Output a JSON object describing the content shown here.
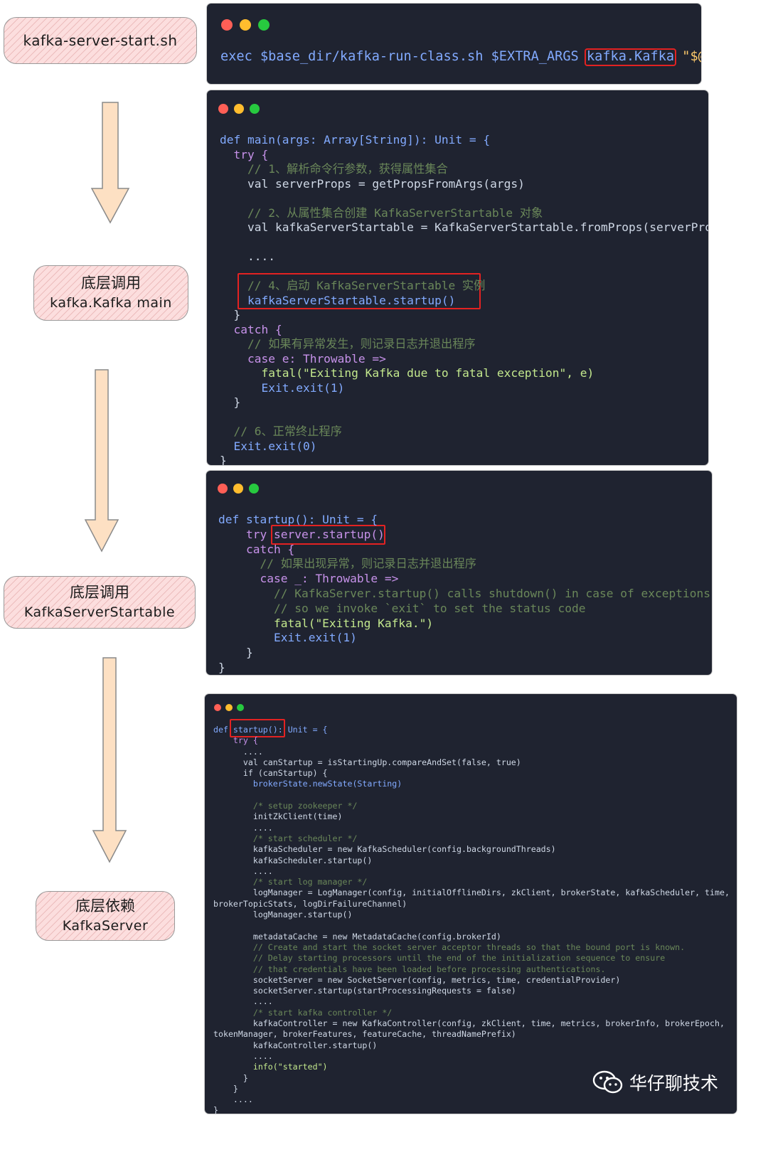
{
  "labels": {
    "step1": {
      "line1": "kafka-server-start.sh"
    },
    "step2": {
      "line1": "底层调用",
      "line2": "kafka.Kafka main"
    },
    "step3": {
      "line1": "底层调用",
      "line2": "KafkaServerStartable"
    },
    "step4": {
      "line1": "底层依赖",
      "line2": "KafkaServer"
    }
  },
  "colors": {
    "panel_bg": "#1f2330",
    "highlight": "#e32222",
    "label_fill": "#fcdede",
    "arrow_fill": "#fde0c3"
  },
  "panel1": {
    "lines": [
      "exec $base_dir/kafka-run-class.sh $EXTRA_ARGS ",
      "kafka.Kafka",
      " \"$@'"
    ]
  },
  "panel2": {
    "lines": [
      "def main(args: Array[String]): Unit = {",
      "  try {",
      "    // 1、解析命令行参数，获得属性集合",
      "    val serverProps = getPropsFromArgs(args)",
      "",
      "    // 2、从属性集合创建 KafkaServerStartable 对象",
      "    val kafkaServerStartable = KafkaServerStartable.fromProps(serverProps)",
      "",
      "    ....",
      "",
      "    // 4、启动 KafkaServerStartable 实例",
      "    kafkaServerStartable.startup()",
      "  }",
      "  catch {",
      "    // 如果有异常发生，则记录日志并退出程序",
      "    case e: Throwable =>",
      "      fatal(\"Exiting Kafka due to fatal exception\", e)",
      "      Exit.exit(1)",
      "  }",
      "",
      "  // 6、正常终止程序",
      "  Exit.exit(0)",
      "}"
    ]
  },
  "panel3": {
    "lines": [
      "def startup(): Unit = {",
      "    try server.startup()",
      "    catch {",
      "      // 如果出现异常，则记录日志并退出程序",
      "      case _: Throwable =>",
      "        // KafkaServer.startup() calls shutdown() in case of exceptions,",
      "        // so we invoke `exit` to set the status code",
      "        fatal(\"Exiting Kafka.\")",
      "        Exit.exit(1)",
      "    }",
      "}"
    ]
  },
  "panel4": {
    "lines": [
      "def startup(): Unit = {",
      "    try {",
      "      ....",
      "      val canStartup = isStartingUp.compareAndSet(false, true)",
      "      if (canStartup) {",
      "        brokerState.newState(Starting)",
      "",
      "        /* setup zookeeper */",
      "        initZkClient(time)",
      "        ....",
      "        /* start scheduler */",
      "        kafkaScheduler = new KafkaScheduler(config.backgroundThreads)",
      "        kafkaScheduler.startup()",
      "        ....",
      "        /* start log manager */",
      "        logManager = LogManager(config, initialOfflineDirs, zkClient, brokerState, kafkaScheduler, time,",
      "brokerTopicStats, logDirFailureChannel)",
      "        logManager.startup()",
      "",
      "        metadataCache = new MetadataCache(config.brokerId)",
      "        // Create and start the socket server acceptor threads so that the bound port is known.",
      "        // Delay starting processors until the end of the initialization sequence to ensure",
      "        // that credentials have been loaded before processing authentications.",
      "        socketServer = new SocketServer(config, metrics, time, credentialProvider)",
      "        socketServer.startup(startProcessingRequests = false)",
      "        ....",
      "        /* start kafka controller */",
      "        kafkaController = new KafkaController(config, zkClient, time, metrics, brokerInfo, brokerEpoch,",
      "tokenManager, brokerFeatures, featureCache, threadNamePrefix)",
      "        kafkaController.startup()",
      "        ....",
      "        info(\"started\")",
      "      }",
      "    }",
      "    ....",
      "}"
    ]
  },
  "watermark": {
    "text": "华仔聊技术",
    "icon": "wechat-icon"
  }
}
